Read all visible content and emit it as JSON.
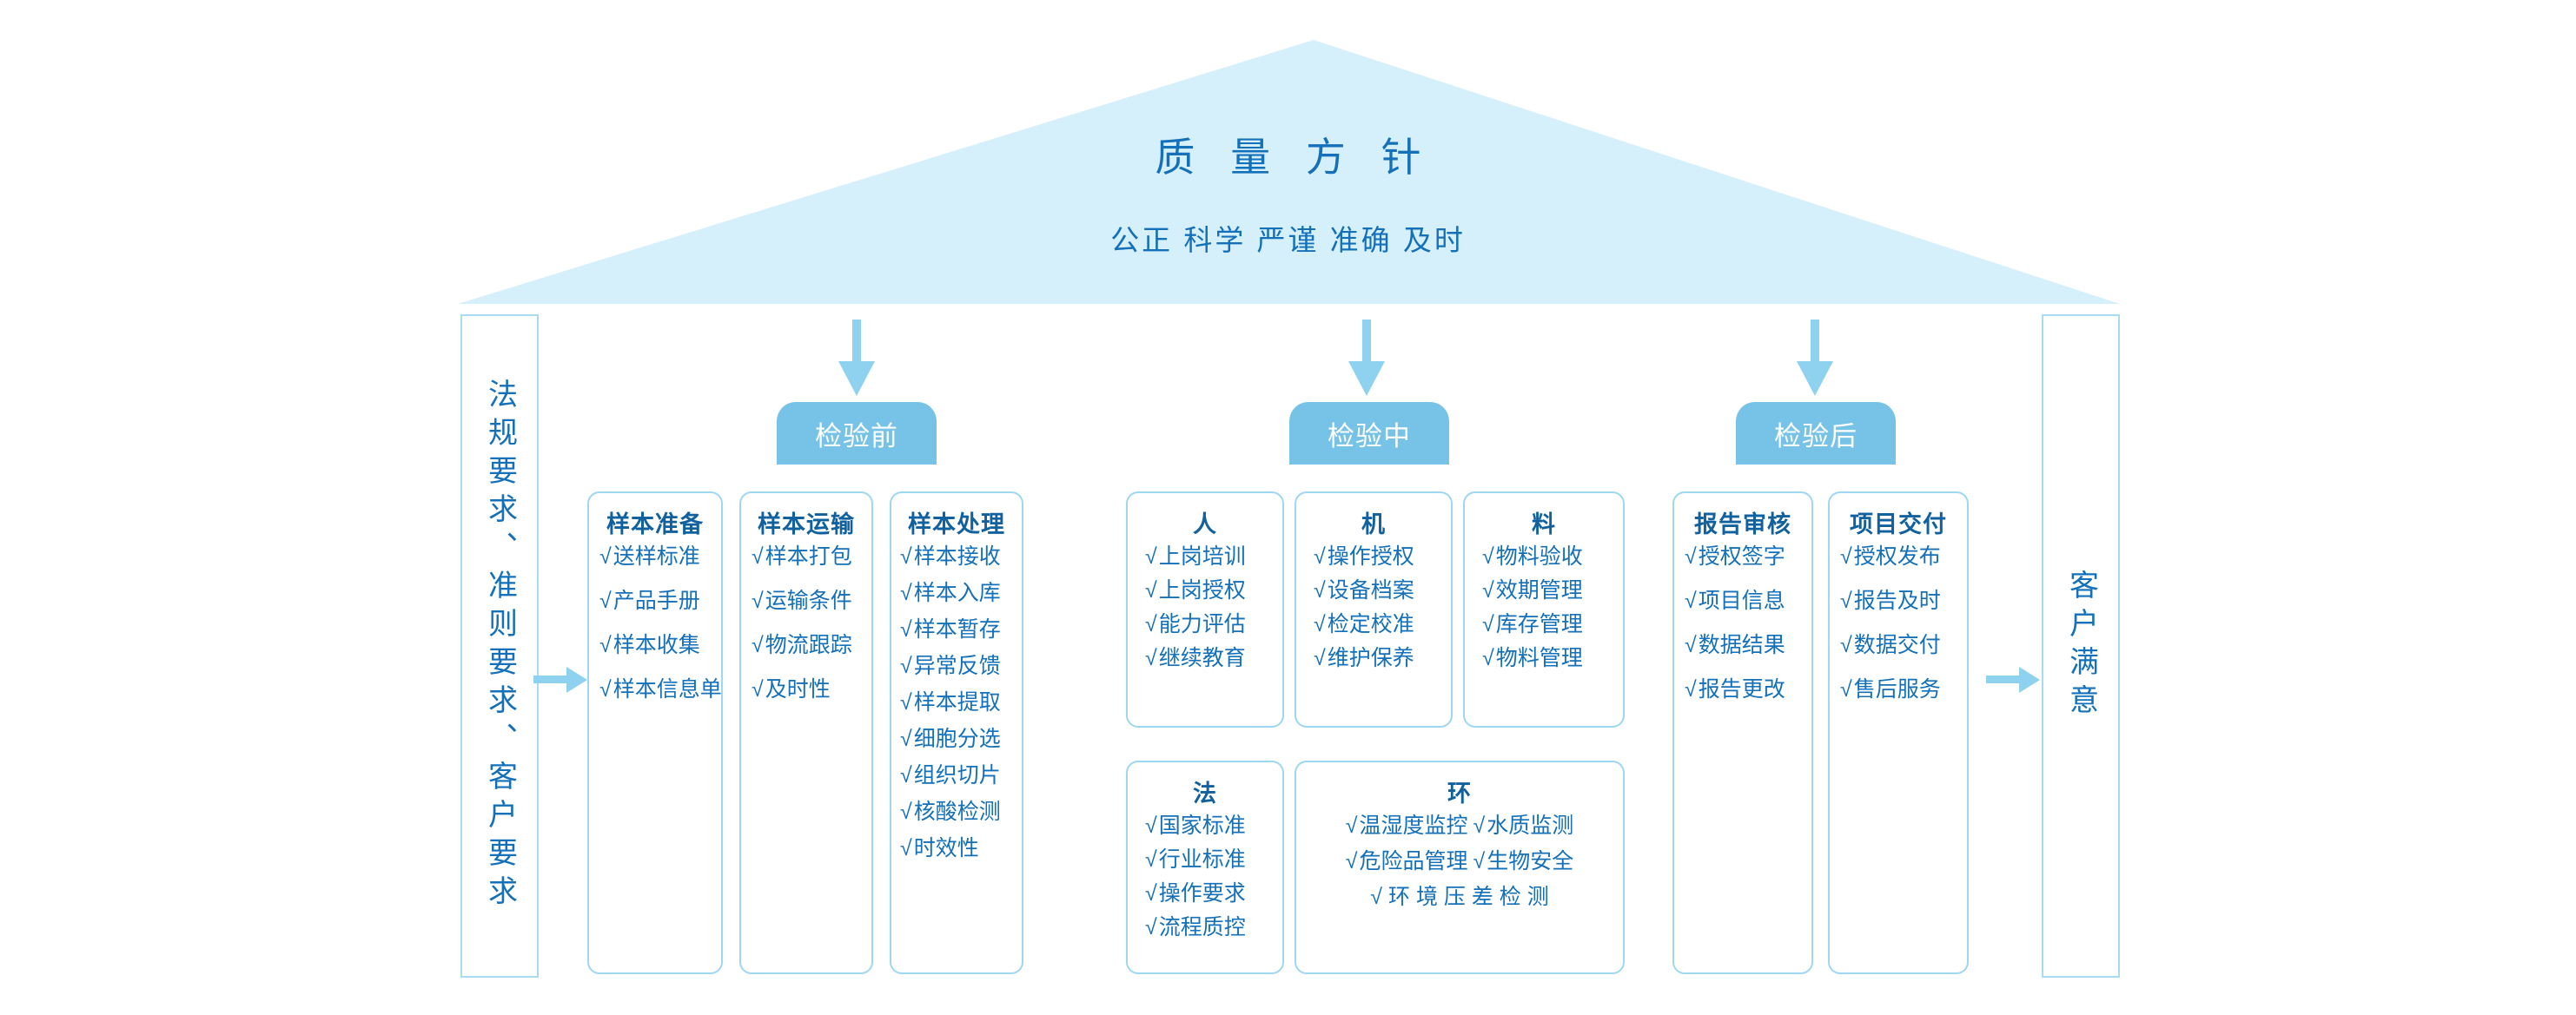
{
  "roof": {
    "title": "质 量 方 针",
    "subtitle": "公正  科学  严谨  准确  及时",
    "fill_color": "#d6f0fb",
    "text_color": "#1470b8"
  },
  "left_panel": {
    "text": "法规要求、准则要求、客户要求"
  },
  "right_panel": {
    "text": "客户满意"
  },
  "stages": [
    {
      "label": "检验前"
    },
    {
      "label": "检验中"
    },
    {
      "label": "检验后"
    }
  ],
  "tick": "√",
  "cards": {
    "sample_prep": {
      "title": "样本准备",
      "items": [
        "送样标准",
        "产品手册",
        "样本收集",
        "样本信息单"
      ]
    },
    "sample_transport": {
      "title": "样本运输",
      "items": [
        "样本打包",
        "运输条件",
        "物流跟踪",
        "及时性"
      ]
    },
    "sample_process": {
      "title": "样本处理",
      "items": [
        "样本接收",
        "样本入库",
        "样本暂存",
        "异常反馈",
        "样本提取",
        "细胞分选",
        "组织切片",
        "核酸检测",
        "时效性"
      ]
    },
    "people": {
      "title": "人",
      "items": [
        "上岗培训",
        "上岗授权",
        "能力评估",
        "继续教育"
      ]
    },
    "machine": {
      "title": "机",
      "items": [
        "操作授权",
        "设备档案",
        "检定校准",
        "维护保养"
      ]
    },
    "material": {
      "title": "料",
      "items": [
        "物料验收",
        "效期管理",
        "库存管理",
        "物料管理"
      ]
    },
    "law": {
      "title": "法",
      "items": [
        "国家标准",
        "行业标准",
        "操作要求",
        "流程质控"
      ]
    },
    "environment": {
      "title": "环",
      "items": [
        "温湿度监控",
        "水质监测",
        "危险品管理",
        "生物安全"
      ],
      "wide_item": "环 境 压 差 检 测"
    },
    "report_review": {
      "title": "报告审核",
      "items": [
        "授权签字",
        "项目信息",
        "数据结果",
        "报告更改"
      ]
    },
    "project_delivery": {
      "title": "项目交付",
      "items": [
        "授权发布",
        "报告及时",
        "数据交付",
        "售后服务"
      ]
    }
  },
  "colors": {
    "roof_fill": "#d6f0fb",
    "pill_fill": "#77c3e8",
    "card_border": "#9ed7f2",
    "panel_border": "#a9dcf3",
    "text_blue": "#1470b8",
    "title_blue": "#12619f",
    "arrow_blue": "#8ed2f0"
  }
}
